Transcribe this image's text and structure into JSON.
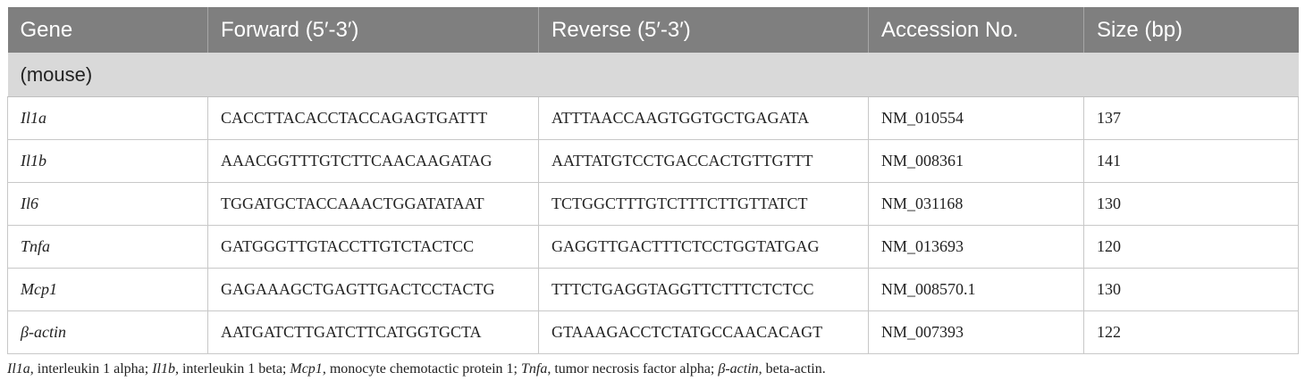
{
  "table": {
    "headers": [
      "Gene",
      "Forward (5′-3′)",
      "Reverse (5′-3′)",
      "Accession No.",
      "Size (bp)"
    ],
    "section_label": "(mouse)",
    "rows": [
      {
        "gene": "Il1a",
        "forward": "CACCTTACACCTACCAGAGTGATTT",
        "reverse": "ATTTAACCAAGTGGTGCTGAGATA",
        "accession": "NM_010554",
        "size": "137"
      },
      {
        "gene": "Il1b",
        "forward": "AAACGGTTTGTCTTCAACAAGATAG",
        "reverse": "AATTATGTCCTGACCACTGTTGTTT",
        "accession": "NM_008361",
        "size": "141"
      },
      {
        "gene": "Il6",
        "forward": "TGGATGCTACCAAACTGGATATAAT",
        "reverse": "TCTGGCTTTGTCTTTCTTGTTATCT",
        "accession": "NM_031168",
        "size": "130"
      },
      {
        "gene": "Tnfa",
        "forward": "GATGGGTTGTACCTTGTCTACTCC",
        "reverse": "GAGGTTGACTTTCTCCTGGTATGAG",
        "accession": "NM_013693",
        "size": "120"
      },
      {
        "gene": "Mcp1",
        "forward": "GAGAAAGCTGAGTTGACTCCTACTG",
        "reverse": "TTTCTGAGGTAGGTTCTTTCTCTCC",
        "accession": "NM_008570.1",
        "size": "130"
      },
      {
        "gene": "β-actin",
        "forward": "AATGATCTTGATCTTCATGGTGCTA",
        "reverse": "GTAAAGACCTCTATGCCAACACAGT",
        "accession": "NM_007393",
        "size": "122"
      }
    ]
  },
  "footnote": {
    "g1": "Il1a",
    "t1": ", interleukin 1 alpha; ",
    "g2": "Il1b",
    "t2": ", interleukin 1 beta; ",
    "g3": "Mcp1",
    "t3": ", monocyte chemotactic protein 1; ",
    "g4": "Tnfa",
    "t4": ", tumor necrosis factor alpha; ",
    "g5": "β-actin",
    "t5": ", beta-actin."
  }
}
